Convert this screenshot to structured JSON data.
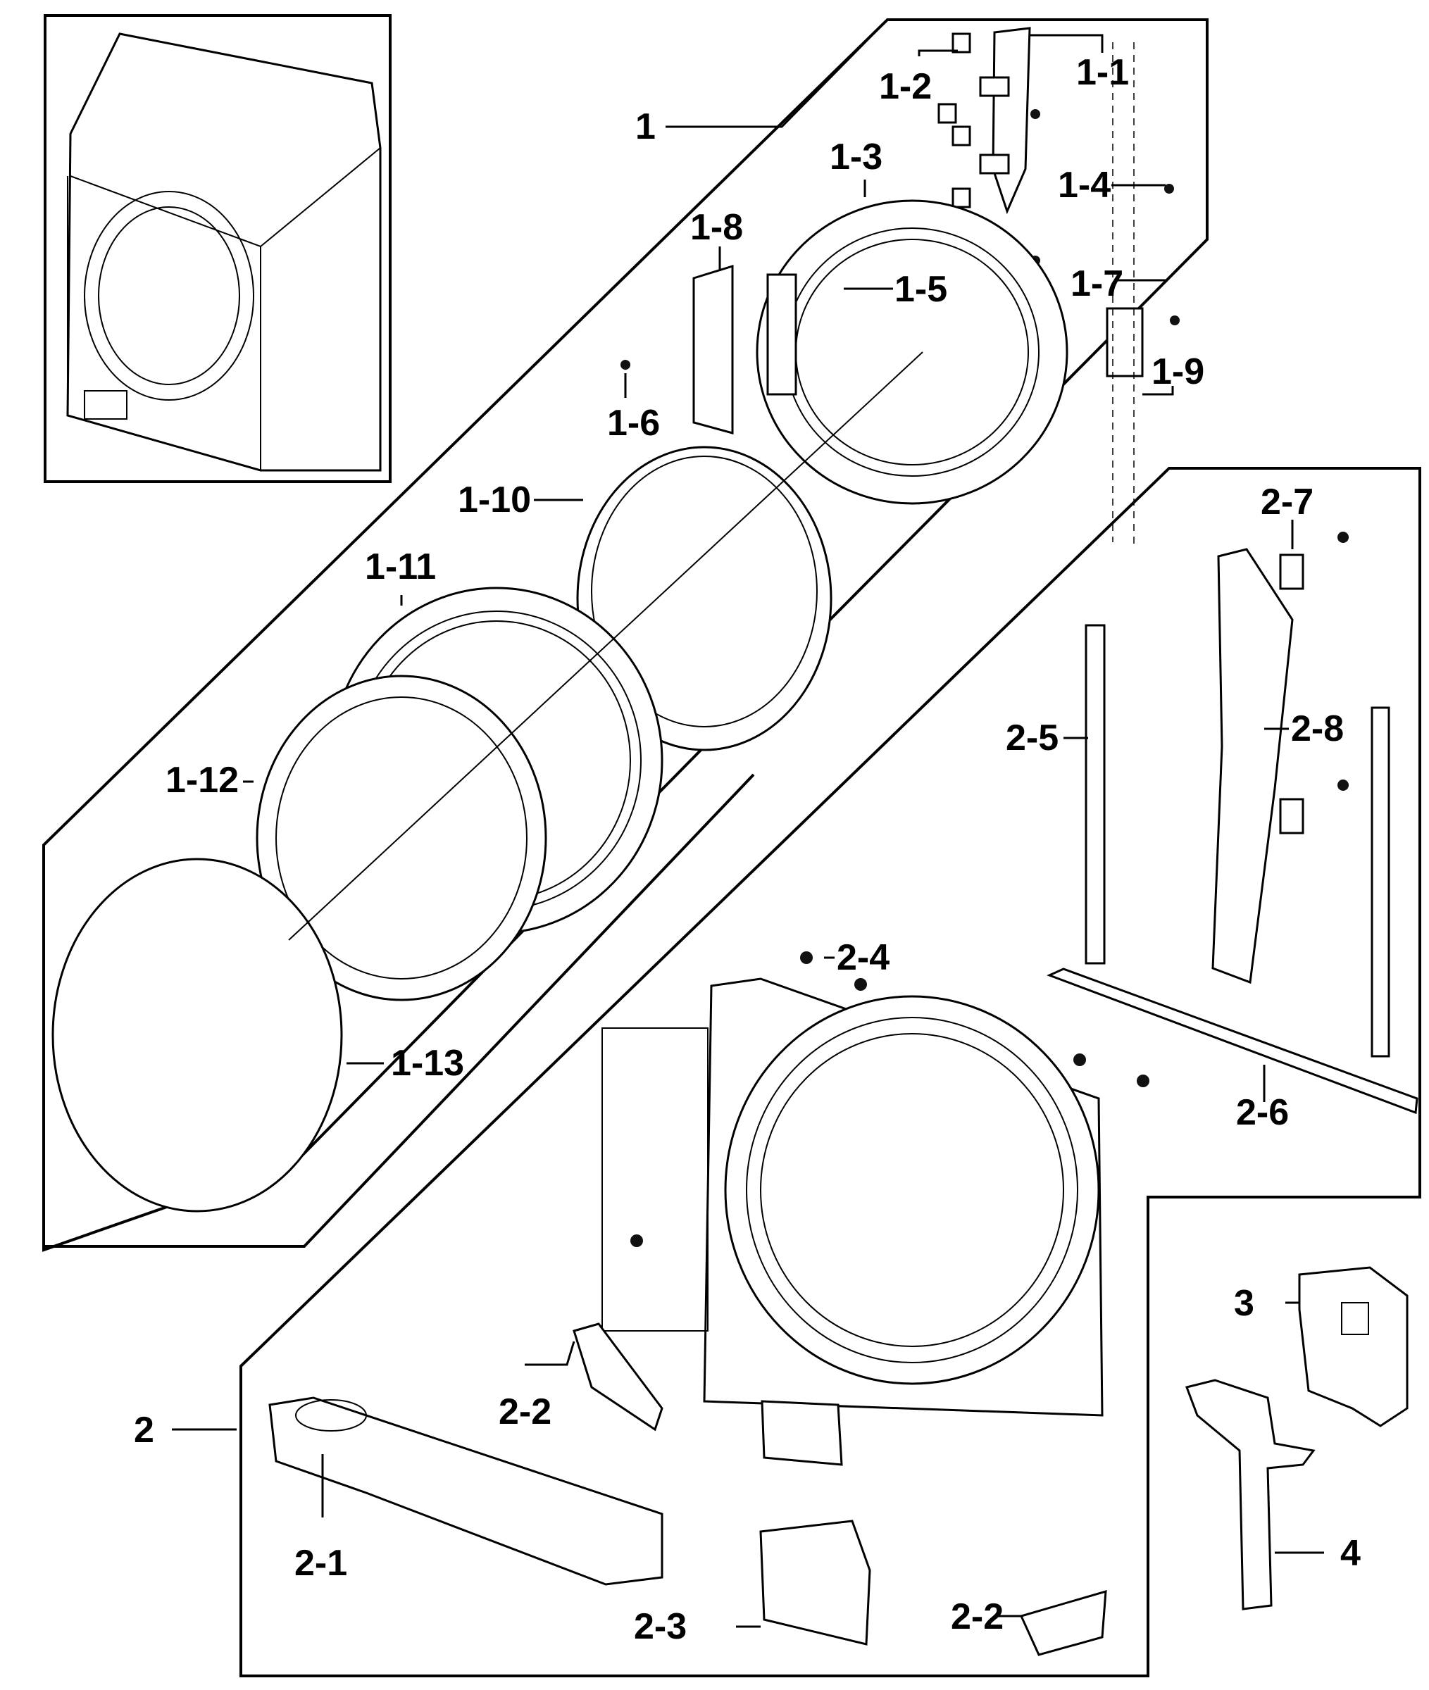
{
  "labels": {
    "l1": "1",
    "l1_1": "1-1",
    "l1_2": "1-2",
    "l1_3": "1-3",
    "l1_4": "1-4",
    "l1_5": "1-5",
    "l1_6": "1-6",
    "l1_7": "1-7",
    "l1_8": "1-8",
    "l1_9": "1-9",
    "l1_10": "1-10",
    "l1_11": "1-11",
    "l1_12": "1-12",
    "l1_13": "1-13",
    "l2": "2",
    "l2_1": "2-1",
    "l2_2a": "2-2",
    "l2_2b": "2-2",
    "l2_3": "2-3",
    "l2_4": "2-4",
    "l2_5": "2-5",
    "l2_6": "2-6",
    "l2_7": "2-7",
    "l2_8": "2-8",
    "l3": "3",
    "l4": "4"
  }
}
